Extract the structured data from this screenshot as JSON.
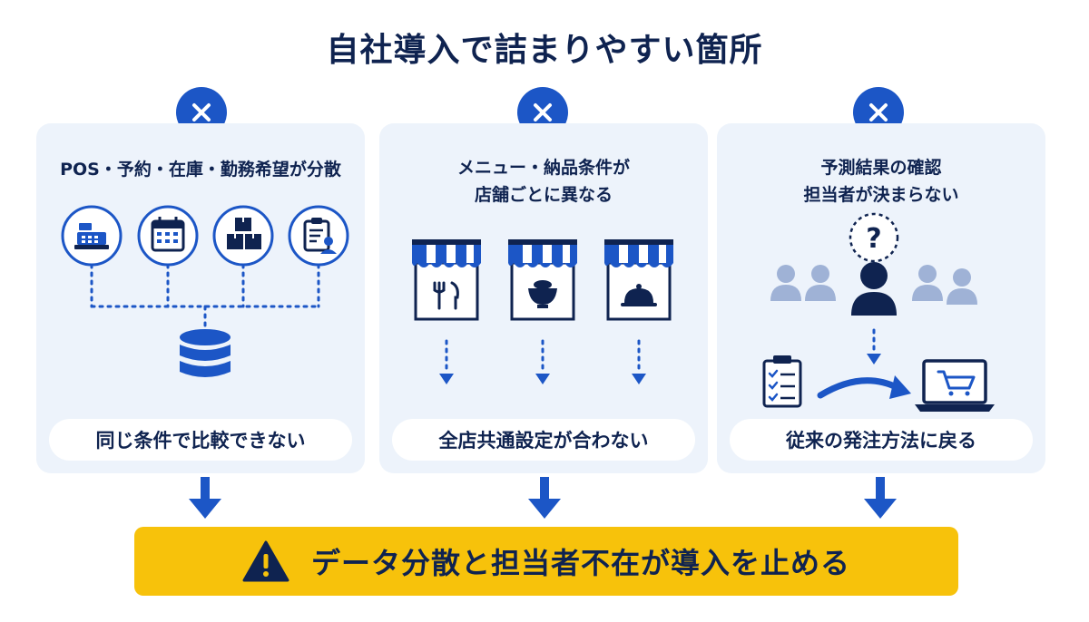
{
  "title": "自社導入で詰まりやすい箇所",
  "panels": [
    {
      "title_lines": [
        "POS・予約・在庫・勤務希望が分散"
      ],
      "result": "同じ条件で比較できない"
    },
    {
      "title_lines": [
        "メニュー・納品条件が",
        "店舗ごとに異なる"
      ],
      "result": "全店共通設定が合わない"
    },
    {
      "title_lines": [
        "予測結果の確認",
        "担当者が決まらない"
      ],
      "result": "従来の発注方法に戻る"
    }
  ],
  "question_mark": "?",
  "banner": "データ分散と担当者不在が導入を止める",
  "colors": {
    "navy": "#0f2350",
    "blue": "#1c56c6",
    "panel": "#edf3fb",
    "gray_person": "#9fb2d6",
    "banner": "#f7c20b"
  },
  "icons": {
    "panel1": [
      "cash-register-icon",
      "calendar-icon",
      "boxes-icon",
      "clipboard-person-icon",
      "database-icon"
    ],
    "panel2": [
      "store-cutlery-icon",
      "store-bowl-icon",
      "store-cloche-icon"
    ],
    "panel3": [
      "person-group-icon",
      "checklist-icon",
      "laptop-cart-icon"
    ]
  }
}
